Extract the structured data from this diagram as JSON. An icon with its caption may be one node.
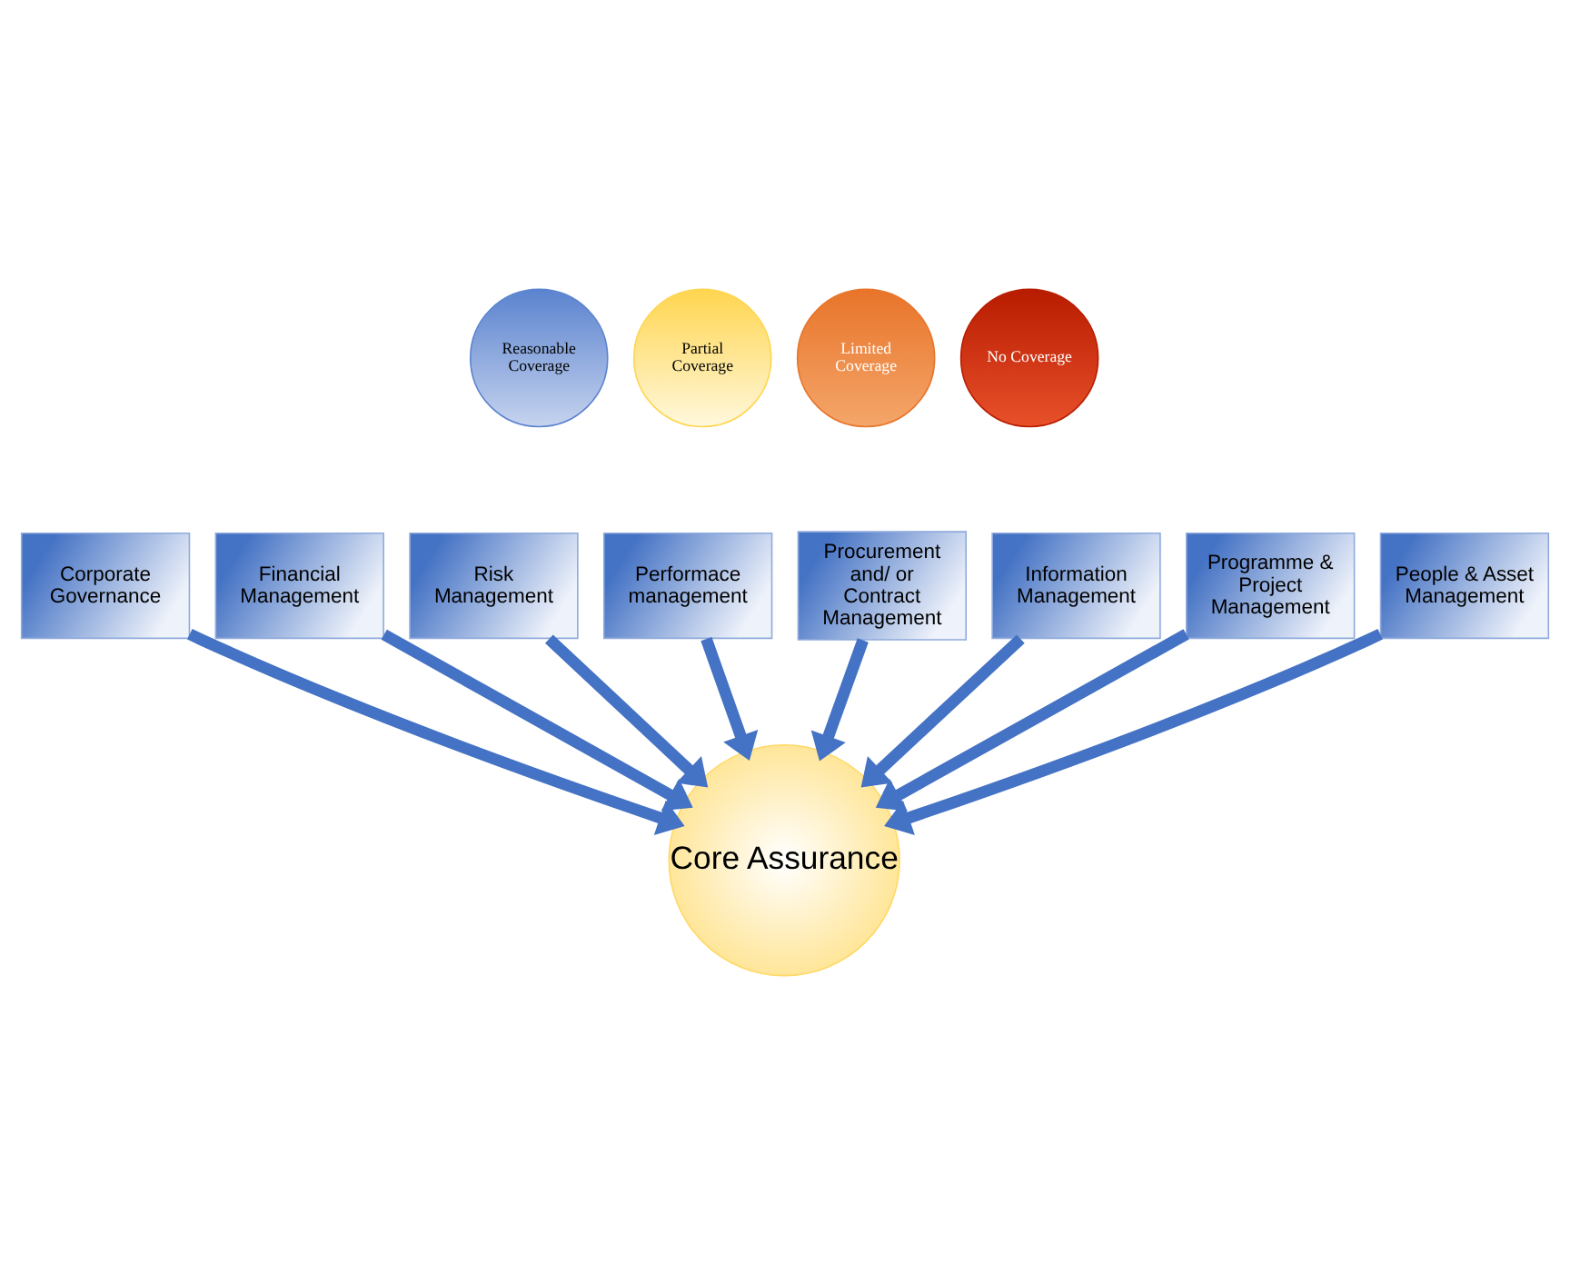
{
  "diagram": {
    "nodes": [
      {
        "text": [
          "Reasonable Coverage"
        ]
      },
      {
        "text": [
          "Partial Coverage"
        ]
      },
      {
        "text": [
          "Limited Coverage"
        ]
      },
      {
        "text": [
          "No Coverage"
        ]
      },
      {
        "text": [
          "Corporate Governance"
        ]
      },
      {
        "text": [
          "Financial Management"
        ]
      },
      {
        "text": [
          "Risk Management"
        ]
      },
      {
        "text": [
          "Performace management"
        ]
      },
      {
        "text": [
          "Procurement and/ or Contract Management"
        ]
      },
      {
        "text": [
          "Information Management"
        ]
      },
      {
        "text": [
          "Programme & Project Management"
        ]
      },
      {
        "text": [
          "People & Asset Management"
        ]
      },
      {
        "text": [
          "Core Assurance"
        ]
      }
    ],
    "edges": [
      {
        "from": 4,
        "to": 12,
        "arrow": "to"
      },
      {
        "from": 5,
        "to": 12,
        "arrow": "to"
      },
      {
        "from": 6,
        "to": 12,
        "arrow": "to"
      },
      {
        "from": 7,
        "to": 12,
        "arrow": "to"
      },
      {
        "from": 8,
        "to": 12,
        "arrow": "to"
      },
      {
        "from": 9,
        "to": 12,
        "arrow": "to"
      },
      {
        "from": 10,
        "to": 12,
        "arrow": "to"
      },
      {
        "from": 11,
        "to": 12,
        "arrow": "to"
      }
    ]
  }
}
